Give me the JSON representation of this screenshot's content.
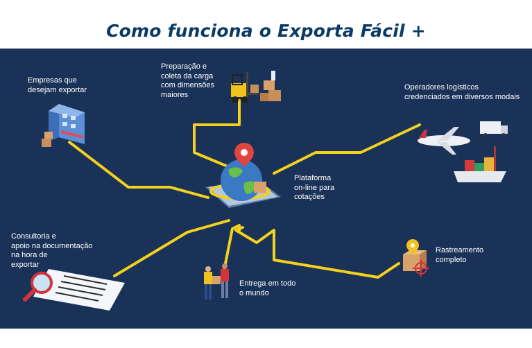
{
  "title": "Como funciona o Exporta Fácil +",
  "nodes": {
    "empresas": "Empresas que\ndesejam exportar",
    "preparacao": "Preparação e\ncoleta da carga\ncom dimensões\nmaiores",
    "operadores": "Operadores logísticos\ncredenciados em diversos modais",
    "plataforma": "Plataforma\non-line para\ncotações",
    "consultoria": "Consultoria e\napoio na documentação\nna hora de\nexportar",
    "entrega": "Entrega em todo\no mundo",
    "rastreamento": "Rastreamento\ncompleto"
  },
  "colors": {
    "background": "#1b3258",
    "connector": "#f2d21c",
    "title": "#0b3a66",
    "text": "#ffffff"
  }
}
